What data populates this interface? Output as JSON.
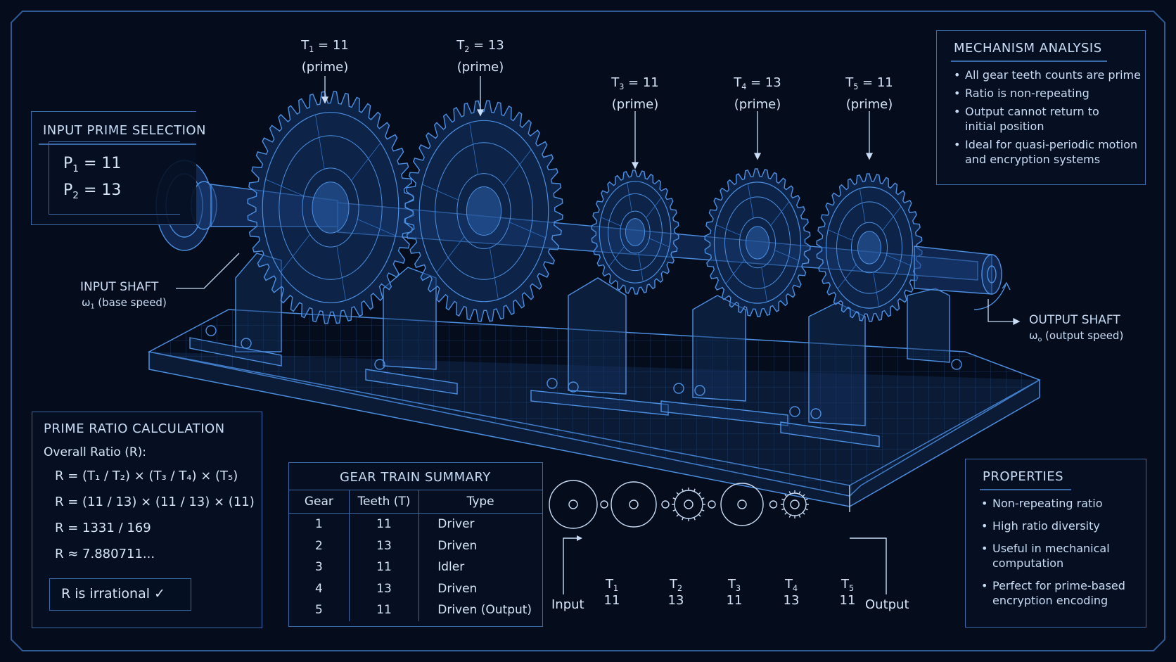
{
  "gear_labels": [
    {
      "name": "T",
      "sub": "1",
      "value": "11",
      "note": "(prime)"
    },
    {
      "name": "T",
      "sub": "2",
      "value": "13",
      "note": "(prime)"
    },
    {
      "name": "T",
      "sub": "3",
      "value": "11",
      "note": "(prime)"
    },
    {
      "name": "T",
      "sub": "4",
      "value": "13",
      "note": "(prime)"
    },
    {
      "name": "T",
      "sub": "5",
      "value": "11",
      "note": "(prime)"
    }
  ],
  "input_selection": {
    "title": "INPUT PRIME SELECTION",
    "p1": {
      "name": "P",
      "sub": "1",
      "value": "11"
    },
    "p2": {
      "name": "P",
      "sub": "2",
      "value": "13"
    }
  },
  "input_shaft": {
    "title": "INPUT SHAFT",
    "symbol": "ω",
    "sub": "1",
    "caption": "(base speed)"
  },
  "output_shaft": {
    "title": "OUTPUT SHAFT",
    "symbol": "ω",
    "sub": "o",
    "caption": "(output speed)"
  },
  "mechanism_analysis": {
    "title": "MECHANISM ANALYSIS",
    "items": [
      "All gear teeth counts are prime",
      "Ratio is non-repeating",
      "Output cannot return to initial position",
      "Ideal for quasi-periodic motion and encryption systems"
    ]
  },
  "prime_ratio": {
    "title": "PRIME RATIO CALCULATION",
    "subtitle": "Overall Ratio (R):",
    "line1": "R = (T₁ / T₂) × (T₃ / T₄) × (T₅)",
    "line2": "R = (11 / 13) × (11 / 13) × (11)",
    "line3": "R = 1331 / 169",
    "line4": "R ≈ 7.880711...",
    "result": "R is irrational ✓"
  },
  "gear_train_summary": {
    "title": "GEAR TRAIN SUMMARY",
    "headers": [
      "Gear",
      "Teeth (T)",
      "Type"
    ],
    "rows": [
      [
        "1",
        "11",
        "Driver"
      ],
      [
        "2",
        "13",
        "Driven"
      ],
      [
        "3",
        "11",
        "Idler"
      ],
      [
        "4",
        "13",
        "Driven"
      ],
      [
        "5",
        "11",
        "Driven (Output)"
      ]
    ]
  },
  "schematic": {
    "input_label": "Input",
    "output_label": "Output",
    "gears": [
      {
        "name": "T",
        "sub": "1",
        "value": "11"
      },
      {
        "name": "T",
        "sub": "2",
        "value": "13"
      },
      {
        "name": "T",
        "sub": "3",
        "value": "11"
      },
      {
        "name": "T",
        "sub": "4",
        "value": "13"
      },
      {
        "name": "T",
        "sub": "5",
        "value": "11"
      }
    ]
  },
  "properties": {
    "title": "PROPERTIES",
    "items": [
      "Non-repeating ratio",
      "High ratio diversity",
      "Useful in mechanical computation",
      "Perfect for prime-based encryption encoding"
    ]
  },
  "colors": {
    "background": "#050d1c",
    "line": "#3a6aa8",
    "wire": "#4c8fe0",
    "text": "#c9dcf5"
  }
}
